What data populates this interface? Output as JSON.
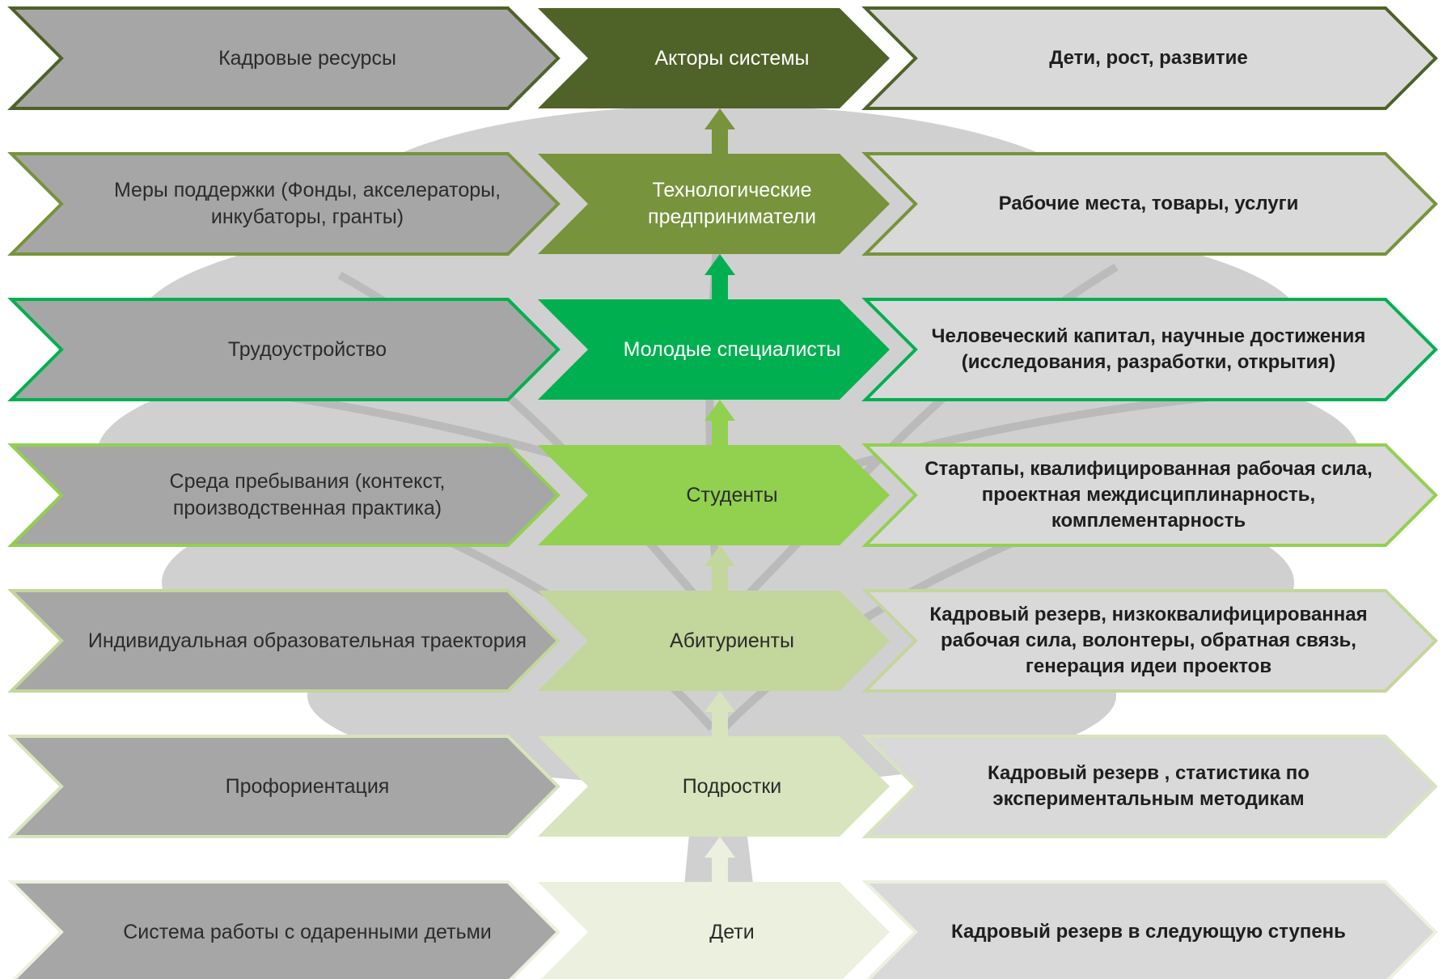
{
  "rows": [
    {
      "left": "Кадровые ресурсы",
      "middle": "Акторы системы",
      "right": "Дети, рост, развитие",
      "color": "#4f6228"
    },
    {
      "left": "Меры поддержки (Фонды, акселераторы,\nинкубаторы, гранты)",
      "middle": "Технологические\nпредприниматели",
      "right": "Рабочие места, товары, услуги",
      "color": "#77933c"
    },
    {
      "left": "Трудоустройство",
      "middle": "Молодые специалисты",
      "right": "Человеческий капитал, научные достижения\n(исследования, разработки, открытия)",
      "color": "#00b050"
    },
    {
      "left": "Среда пребывания (контекст,\nпроизводственная практика)",
      "middle": "Студенты",
      "right": "Стартапы, квалифицированная рабочая сила,\nпроектная междисциплинарность,\nкомплементарность",
      "color": "#92d050"
    },
    {
      "left": "Индивидуальная образовательная траектория",
      "middle": "Абитуриенты",
      "right": "Кадровый резерв, низкоквалифицированная\nрабочая сила, волонтеры, обратная связь,\nгенерация идеи проектов",
      "color": "#c3d69b"
    },
    {
      "left": "Профориентация",
      "middle": "Подростки",
      "right": "Кадровый резерв , статистика по\nэкспериментальным методикам",
      "color": "#d7e4bd"
    },
    {
      "left": "Система работы с одаренными детьми",
      "middle": "Дети",
      "right": "Кадровый резерв в следующую ступень",
      "color": "#ebf1de"
    }
  ],
  "colors": {
    "left_fill": "#a6a6a6",
    "right_fill": "#d9d9d9",
    "tree": "#bfbfbf",
    "arrow": "row-color-below"
  }
}
